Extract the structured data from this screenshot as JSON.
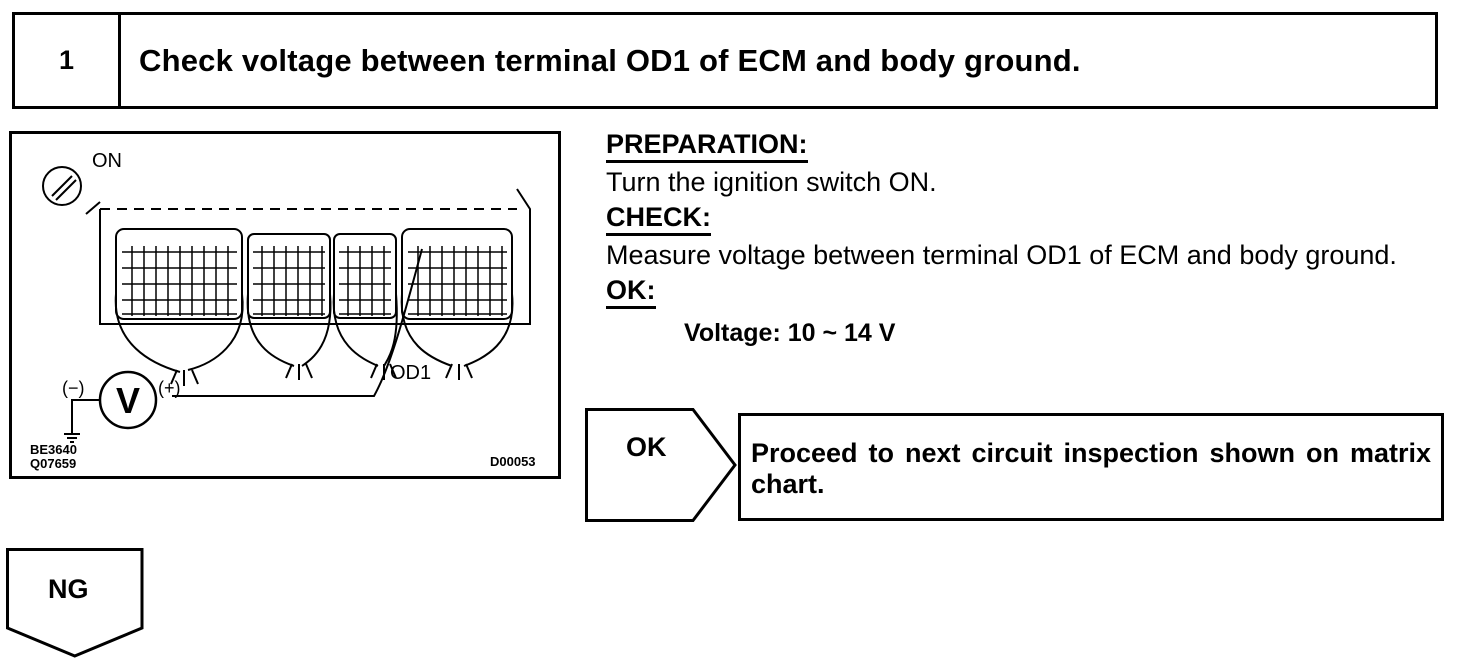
{
  "step": {
    "number": "1",
    "title": "Check voltage between terminal OD1 of ECM and body ground."
  },
  "figure": {
    "switch_label": "ON",
    "minus_label": "(−)",
    "plus_label": "(+)",
    "meter_symbol": "V",
    "terminal_label": "OD1",
    "ref_code_1": "BE3640",
    "ref_code_2": "Q07659",
    "figure_code": "D00053"
  },
  "preparation": {
    "heading": "PREPARATION:",
    "text": "Turn the ignition switch ON."
  },
  "check": {
    "heading": "CHECK:",
    "text": "Measure voltage between terminal OD1 of ECM and body ground."
  },
  "ok": {
    "heading": "OK:",
    "voltage": "Voltage: 10 ~ 14 V"
  },
  "result_ok": {
    "label": "OK",
    "action": "Proceed to next circuit inspection shown on matrix chart."
  },
  "result_ng": {
    "label": "NG"
  }
}
